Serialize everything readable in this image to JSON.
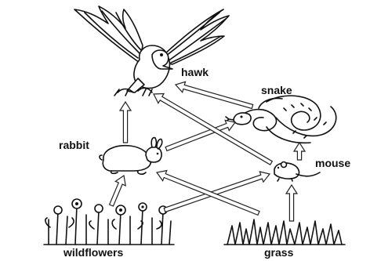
{
  "diagram": {
    "organisms": {
      "hawk": "hawk",
      "snake": "snake",
      "rabbit": "rabbit",
      "mouse": "mouse",
      "wildflowers": "wildflowers",
      "grass": "grass"
    },
    "energy_flows": [
      {
        "from": "wildflowers",
        "to": "rabbit"
      },
      {
        "from": "wildflowers",
        "to": "mouse"
      },
      {
        "from": "grass",
        "to": "mouse"
      },
      {
        "from": "grass",
        "to": "rabbit"
      },
      {
        "from": "rabbit",
        "to": "hawk"
      },
      {
        "from": "rabbit",
        "to": "snake"
      },
      {
        "from": "mouse",
        "to": "hawk"
      },
      {
        "from": "mouse",
        "to": "snake"
      },
      {
        "from": "snake",
        "to": "hawk"
      }
    ]
  }
}
